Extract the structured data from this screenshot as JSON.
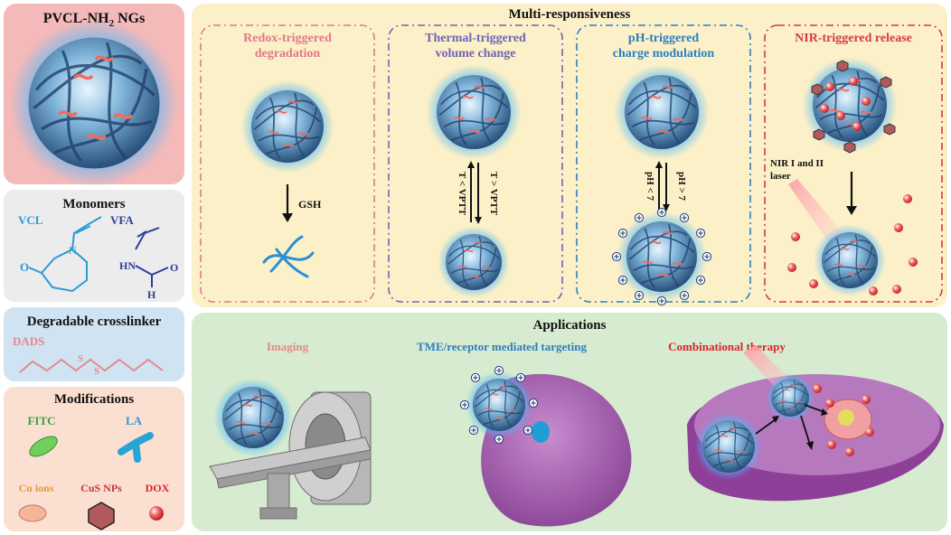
{
  "left": {
    "nanogel": {
      "title": "PVCL-NH",
      "title_sub": "2",
      "title_tail": " NGs"
    },
    "monomers": {
      "title": "Monomers",
      "vcl": "VCL",
      "vfa": "VFA",
      "atom_o": "O",
      "atom_n": "N",
      "atom_h": "H",
      "atom_hn": "HN"
    },
    "crosslinker": {
      "title": "Degradable crosslinker",
      "dads": "DADS",
      "s": "S"
    },
    "modifications": {
      "title": "Modifications",
      "fitc": "FITC",
      "la": "LA",
      "cu_ions": "Cu ions",
      "cus_nps": "CuS NPs",
      "dox": "DOX"
    }
  },
  "multi": {
    "title": "Multi-responsiveness",
    "redox": {
      "title_line1": "Redox-triggered",
      "title_line2": "degradation",
      "arrow_label": "GSH"
    },
    "thermal": {
      "title_line1": "Thermal-triggered",
      "title_line2": "volume change",
      "left_label": "T < VPTT",
      "right_label": "T > VPTT"
    },
    "ph": {
      "title_line1": "pH-triggered",
      "title_line2": "charge modulation",
      "left_label": "pH < 7",
      "right_label": "pH > 7"
    },
    "nir": {
      "title": "NIR-triggered release",
      "laser_line1": "NIR I and II",
      "laser_line2": "laser"
    }
  },
  "apps": {
    "title": "Applications",
    "imaging": "Imaging",
    "targeting": "TME/receptor mediated targeting",
    "therapy": "Combinational therapy"
  },
  "colors": {
    "pink_bg": "#f4b9b9",
    "gray_bg": "#ececec",
    "blue_bg": "#cfe3f3",
    "peach_bg": "#fbe0d2",
    "yellow_bg": "#fbf0c7",
    "green_bg": "#d6ebcf",
    "red_text": "#e0595f",
    "blue_text": "#2c7fc1",
    "purple_text": "#7263b6",
    "monomer_blue": "#2a9bd6",
    "vfa_blue": "#2e3f9e"
  }
}
